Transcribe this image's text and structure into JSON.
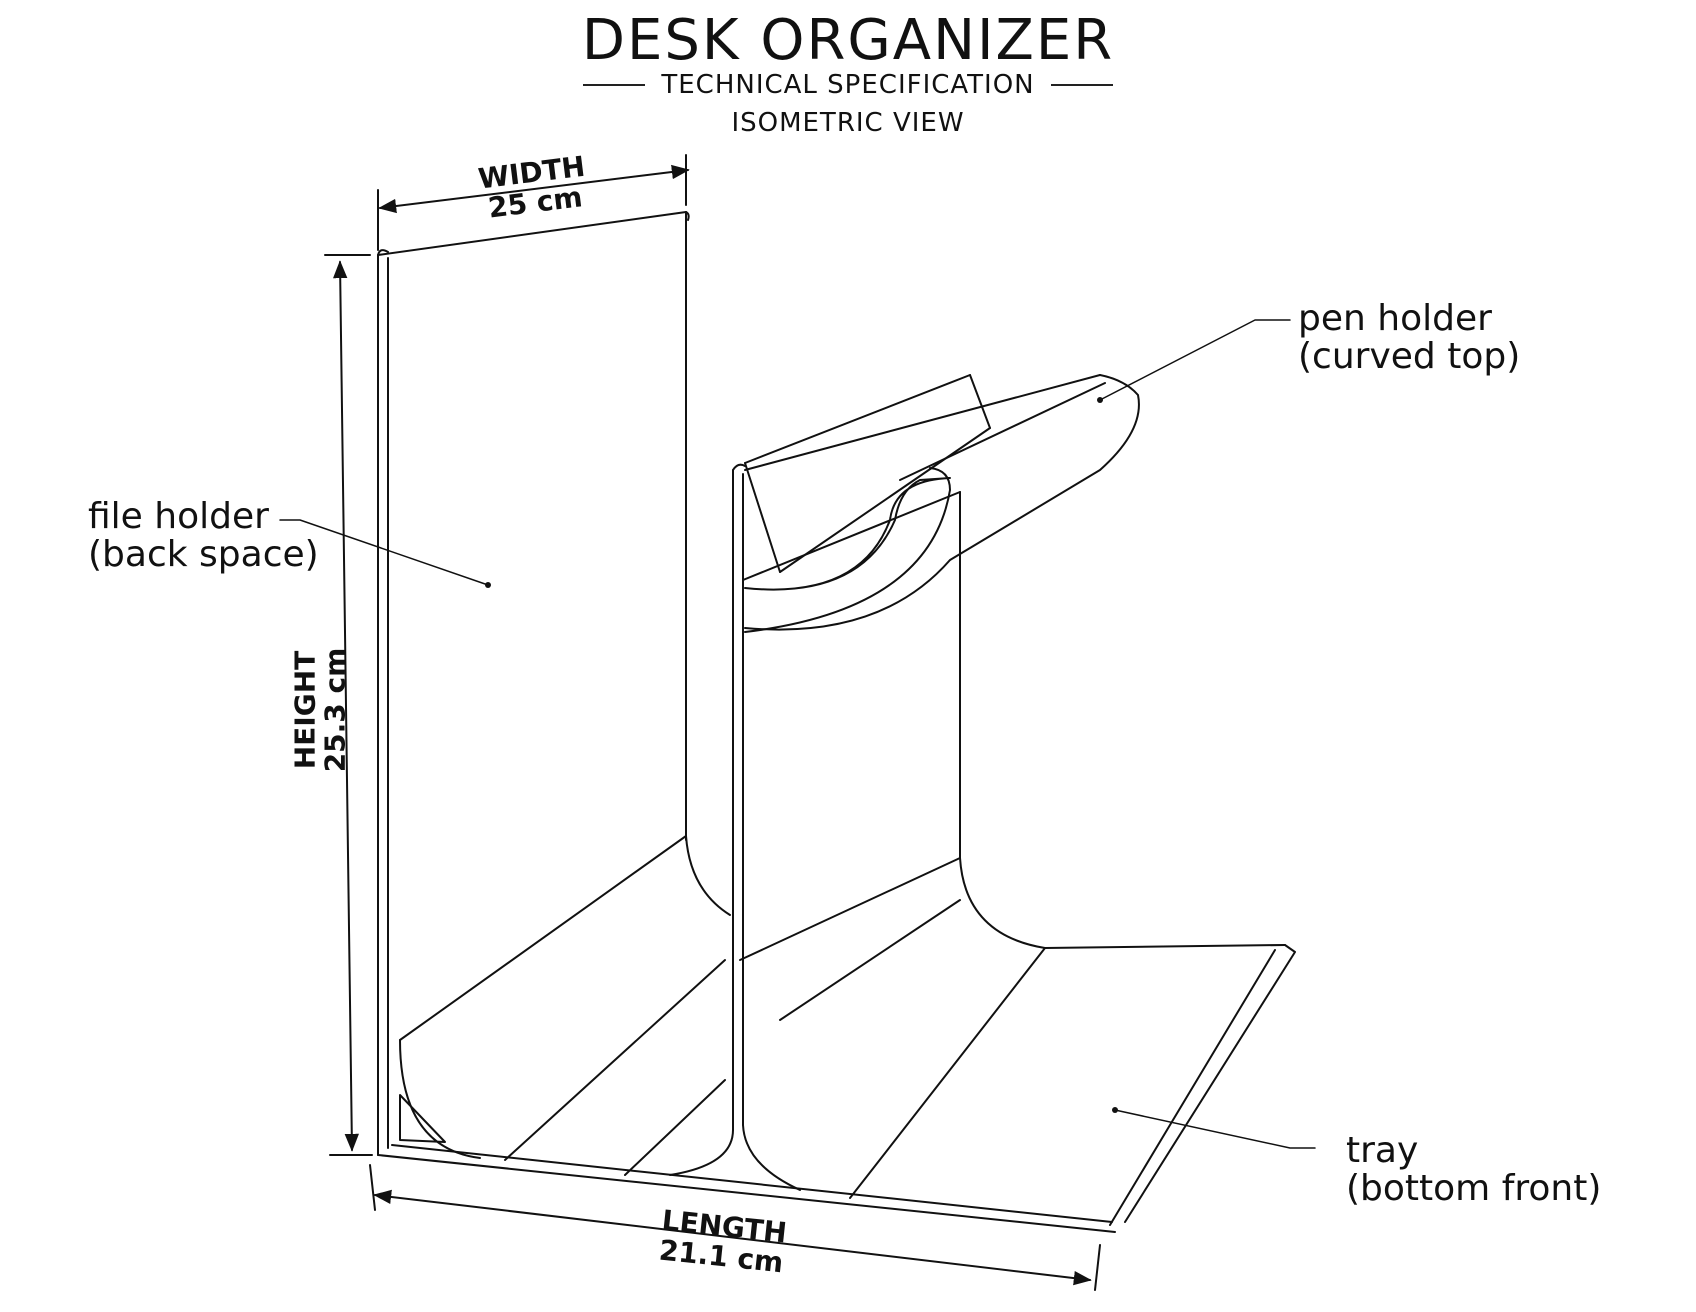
{
  "header": {
    "title": "DESK ORGANIZER",
    "subtitle": "TECHNICAL SPECIFICATION",
    "view": "ISOMETRIC VIEW"
  },
  "dimensions": {
    "width": {
      "name": "WIDTH",
      "value": "25 cm"
    },
    "height": {
      "name": "HEIGHT",
      "value": "25.3 cm"
    },
    "length": {
      "name": "LENGTH",
      "value": "21.1 cm"
    }
  },
  "callouts": {
    "file_holder": {
      "line1": "file holder",
      "line2": "(back space)"
    },
    "pen_holder": {
      "line1": "pen holder",
      "line2": "(curved top)"
    },
    "tray": {
      "line1": "tray",
      "line2": "(bottom front)"
    }
  },
  "colors": {
    "ink": "#111111",
    "background": "#ffffff"
  }
}
